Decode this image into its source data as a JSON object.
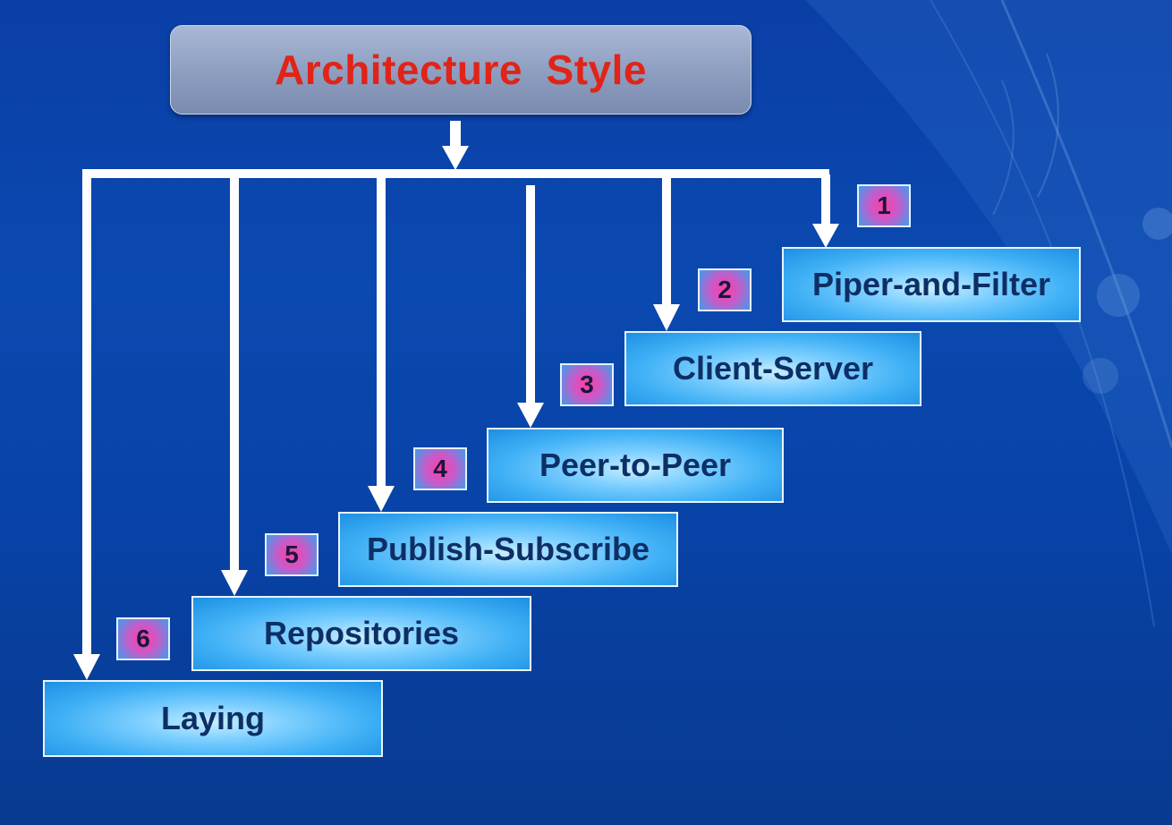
{
  "title": "Architecture  Style",
  "styles": [
    {
      "number": "1",
      "label": "Piper-and-Filter"
    },
    {
      "number": "2",
      "label": "Client-Server"
    },
    {
      "number": "3",
      "label": "Peer-to-Peer"
    },
    {
      "number": "4",
      "label": "Publish-Subscribe"
    },
    {
      "number": "5",
      "label": "Repositories"
    },
    {
      "number": "6",
      "label": "Laying"
    }
  ],
  "colors": {
    "background": "#0a45aa",
    "title_text": "#e02418",
    "label_text": "#0d2f66",
    "arrow": "#ffffff",
    "badge": "#c85ac8"
  }
}
